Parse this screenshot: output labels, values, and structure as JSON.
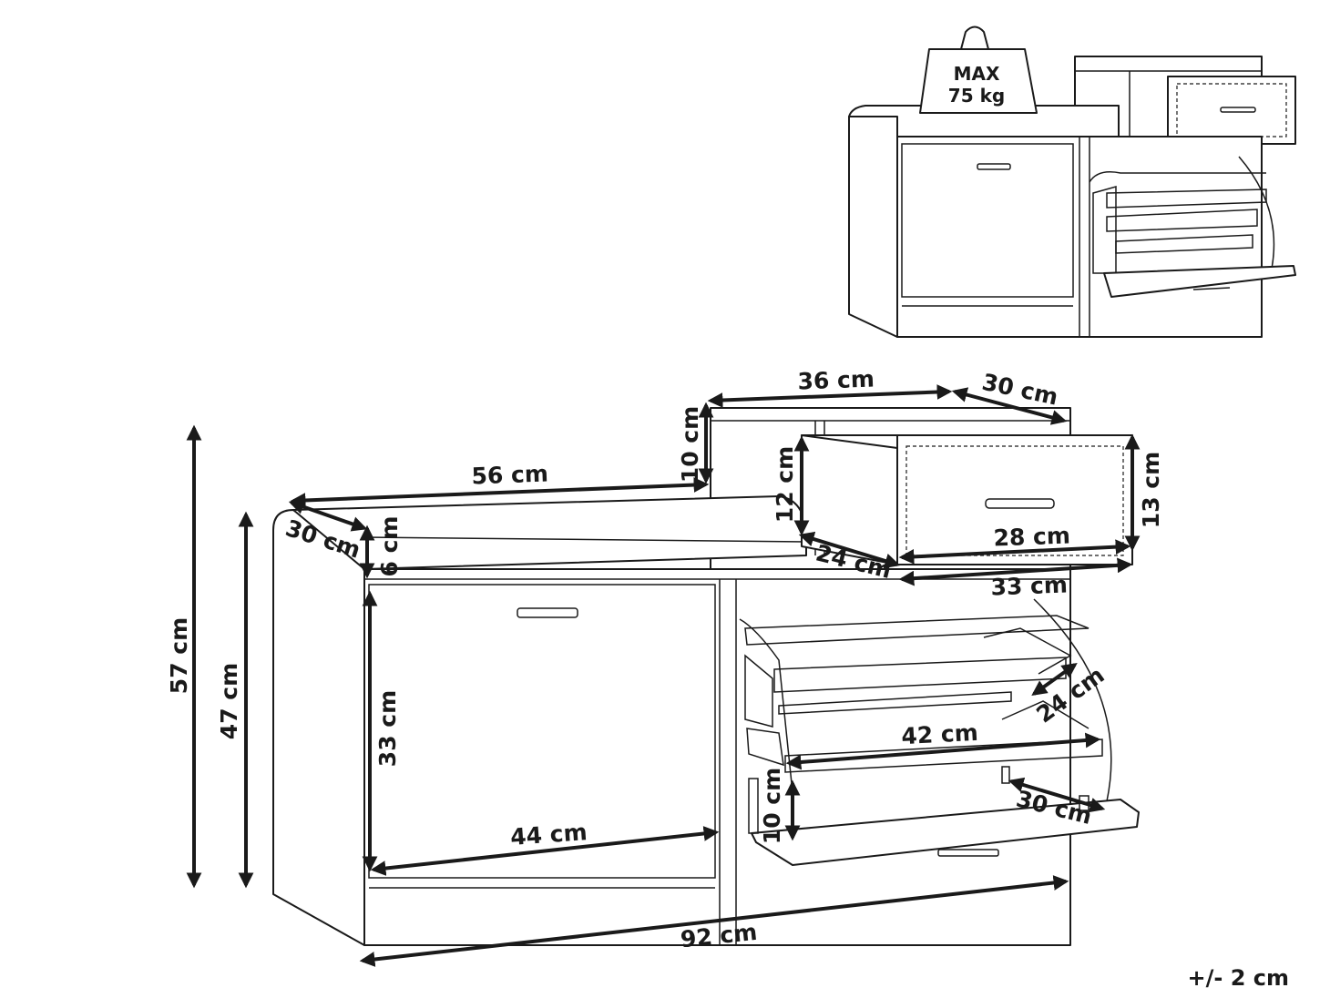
{
  "weight": {
    "line1": "MAX",
    "line2": "75 kg"
  },
  "dimensions": {
    "total_height": "57 cm",
    "seat_height": "47 cm",
    "top_width": "36 cm",
    "top_depth": "30 cm",
    "top_height": "10 cm",
    "seat_width": "56 cm",
    "seat_depth": "30 cm",
    "cushion_height": "6 cm",
    "drawer_inner_height": "12 cm",
    "drawer_front_height": "13 cm",
    "drawer_depth": "24 cm",
    "drawer_inner_width": "28 cm",
    "drawer_front_width": "33 cm",
    "door_height": "33 cm",
    "door_width": "44 cm",
    "shoe_tray_width": "42 cm",
    "shoe_tray_depth_top": "24 cm",
    "shoe_tray_height": "10 cm",
    "shoe_tray_depth_bottom": "30 cm",
    "total_width": "92 cm"
  },
  "tolerance": "+/- 2 cm"
}
